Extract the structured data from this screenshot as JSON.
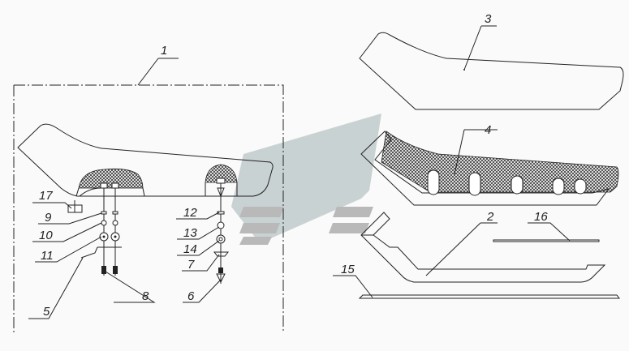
{
  "drawing": {
    "title": "Seat assembly exploded view",
    "callouts": {
      "c1": "1",
      "c2": "2",
      "c3": "3",
      "c4": "4",
      "c5": "5",
      "c6": "6",
      "c7": "7",
      "c8": "8",
      "c9": "9",
      "c10": "10",
      "c11": "11",
      "c12": "12",
      "c13": "13",
      "c14": "14",
      "c15": "15",
      "c16": "16",
      "c17": "17"
    }
  },
  "colors": {
    "line": "#222222",
    "watermark": "#c9d2d2",
    "background": "#fafafa"
  }
}
